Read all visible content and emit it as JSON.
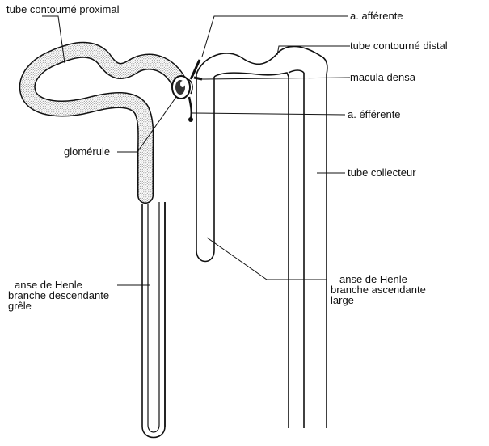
{
  "labels": {
    "tube_proximal": "tube contourné proximal",
    "a_afferente": "a. afférente",
    "tube_distal": "tube contourné distal",
    "macula_densa": "macula densa",
    "a_efferente": "a. éfférente",
    "glomerule": "glomérule",
    "tube_collecteur": "tube collecteur",
    "anse_desc_line1": "anse de Henle",
    "anse_desc_line2": "branche descendante",
    "anse_desc_line3": "grêle",
    "anse_asc_line1": "anse de Henle",
    "anse_asc_line2": "branche ascendante",
    "anse_asc_line3": "large"
  },
  "colors": {
    "ink": "#111111",
    "stipple": "#9a9a9a",
    "background": "#ffffff"
  }
}
